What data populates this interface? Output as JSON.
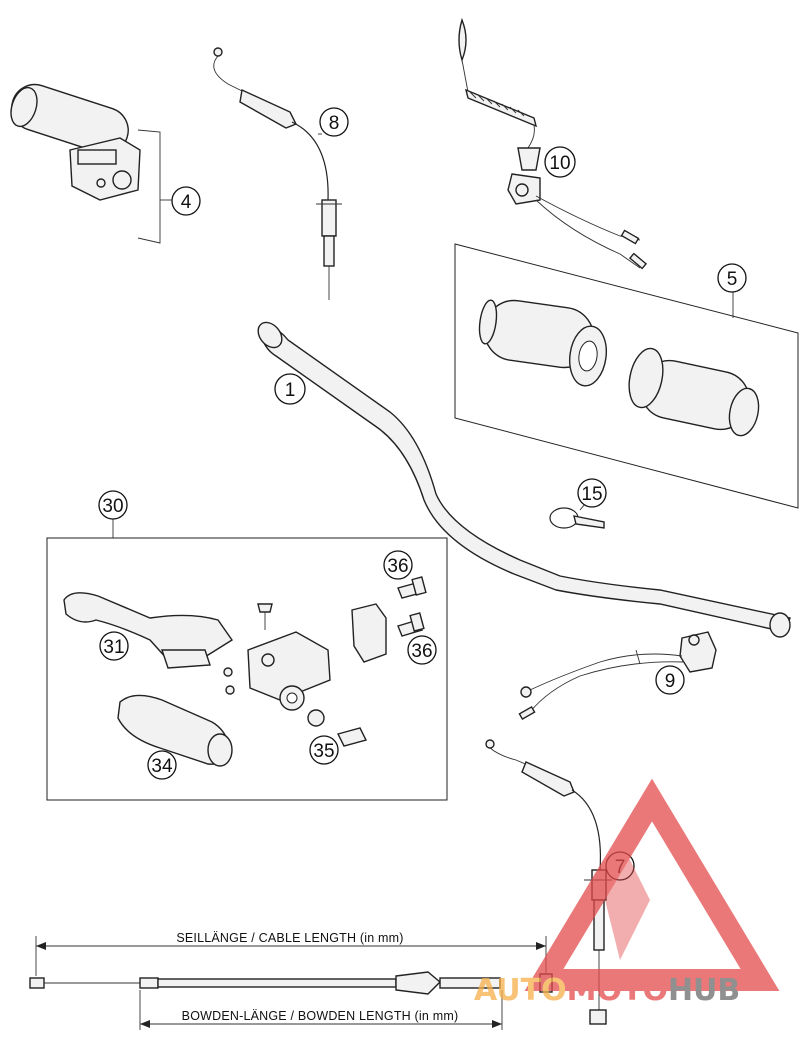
{
  "callouts": {
    "c1": "1",
    "c4": "4",
    "c5": "5",
    "c7": "7",
    "c8": "8",
    "c9": "9",
    "c10": "10",
    "c15": "15",
    "c30": "30",
    "c31": "31",
    "c34": "34",
    "c35": "35",
    "c36a": "36",
    "c36b": "36"
  },
  "dimensions": {
    "cable_length": "SEILLÄNGE / CABLE LENGTH (in mm)",
    "bowden_length": "BOWDEN-LÄNGE / BOWDEN LENGTH (in mm)"
  },
  "watermark": {
    "part1": "AUTO",
    "part2": "MOTO",
    "part3": "HUB",
    "color_orange": "#f6b04a",
    "color_red": "#e34b4b",
    "color_gray": "#6b6b6b"
  }
}
